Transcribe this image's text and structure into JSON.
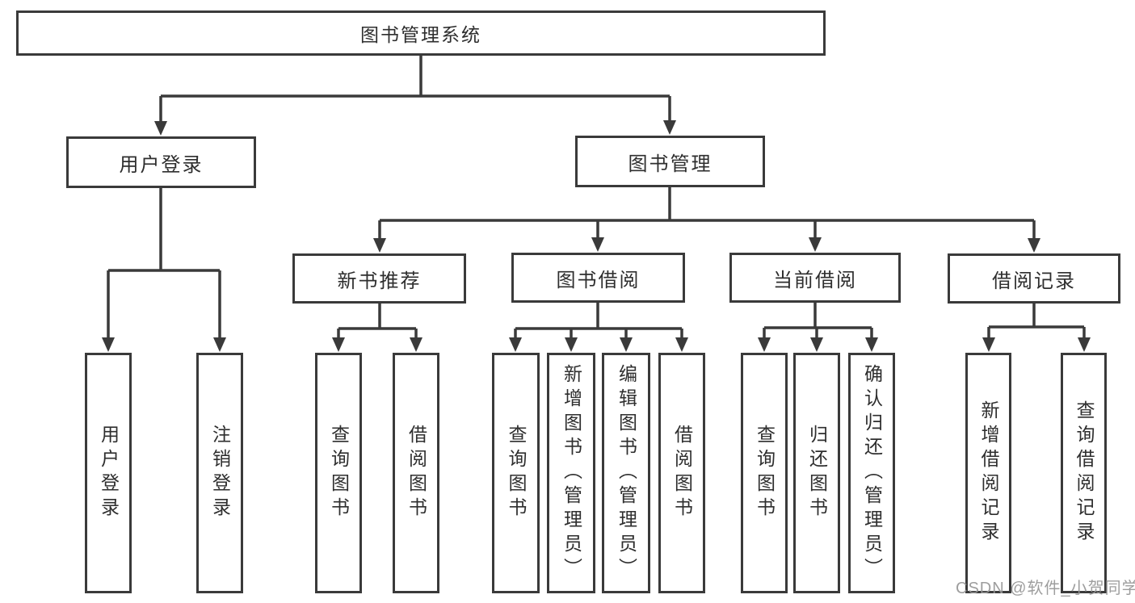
{
  "tree": {
    "label": "图书管理系统",
    "children": [
      {
        "label": "用户登录",
        "children": [
          {
            "label": "用户登录"
          },
          {
            "label": "注销登录"
          }
        ]
      },
      {
        "label": "图书管理",
        "children": [
          {
            "label": "新书推荐",
            "children": [
              {
                "label": "查询图书"
              },
              {
                "label": "借阅图书"
              }
            ]
          },
          {
            "label": "图书借阅",
            "children": [
              {
                "label": "查询图书"
              },
              {
                "label": "新增图书（管理员）"
              },
              {
                "label": "编辑图书（管理员）"
              },
              {
                "label": "借阅图书"
              }
            ]
          },
          {
            "label": "当前借阅",
            "children": [
              {
                "label": "查询图书"
              },
              {
                "label": "归还图书"
              },
              {
                "label": "确认归还（管理员）"
              }
            ]
          },
          {
            "label": "借阅记录",
            "children": [
              {
                "label": "新增借阅记录"
              },
              {
                "label": "查询借阅记录"
              }
            ]
          }
        ]
      }
    ]
  },
  "watermark": {
    "text": "CSDN @软件_小贺同学"
  },
  "colors": {
    "line": "#3a3a3a",
    "box_border": "#3a3a3a",
    "text": "#2e2e2e",
    "watermark": "#9a9a9a",
    "background": "#ffffff"
  }
}
